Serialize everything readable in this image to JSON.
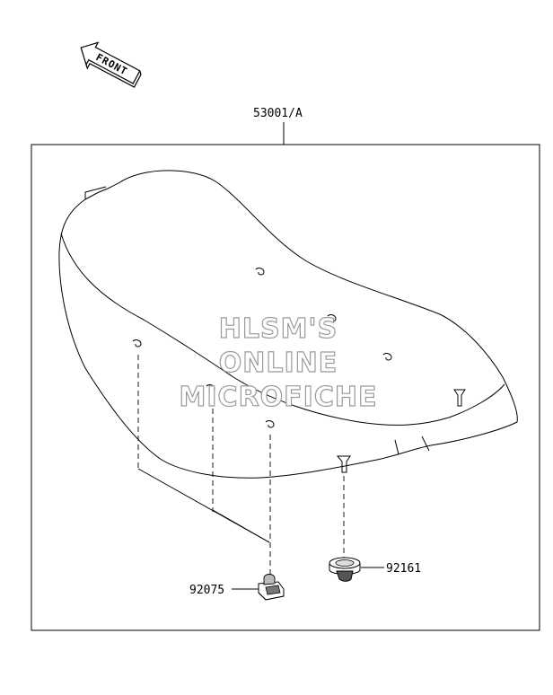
{
  "front_arrow": {
    "label": "FRONT"
  },
  "assembly": {
    "part_number": "53001/A"
  },
  "watermark": {
    "lines": [
      "HLSM'S",
      "ONLINE",
      "MICROFICHE"
    ]
  },
  "parts": [
    {
      "id": "rubber-damper",
      "number": "92161"
    },
    {
      "id": "clip",
      "number": "92075"
    }
  ],
  "colors": {
    "line": "#000000",
    "watermark_outline": "#9a9a9a",
    "background": "#ffffff"
  }
}
